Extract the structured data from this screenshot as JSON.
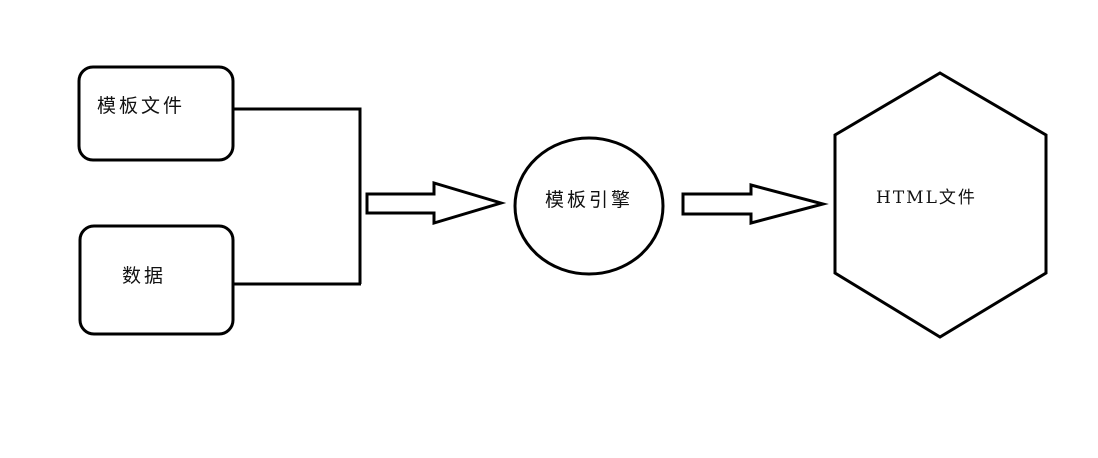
{
  "nodes": {
    "template_file": {
      "label": "模板文件"
    },
    "data": {
      "label": "数据"
    },
    "template_engine": {
      "label": "模板引擎"
    },
    "html_file": {
      "label": "HTML文件"
    }
  },
  "colors": {
    "stroke": "#000000",
    "fill": "#ffffff",
    "text": "#111111"
  }
}
